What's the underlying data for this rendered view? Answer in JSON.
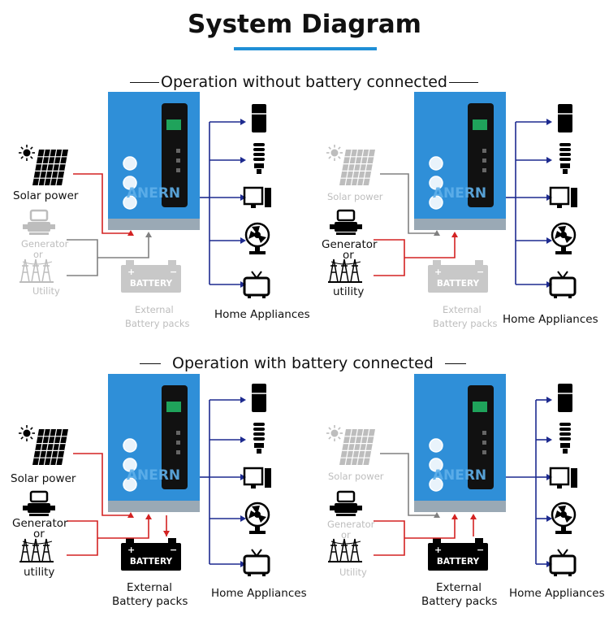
{
  "title": "System Diagram",
  "section_without": "Operation without battery connected",
  "section_with": "Operation with battery connected",
  "labels": {
    "solar_power": "Solar power",
    "generator": "Generator",
    "or": "or",
    "utility_cap": "Utility",
    "utility": "utility",
    "external": "External",
    "battery_packs": "Battery packs",
    "home_appliances": "Home Appliances",
    "battery": "BATTERY"
  },
  "inverter": {
    "brand_watermark": "ANERN"
  },
  "colors": {
    "title_underline": "#1f8fd6",
    "inverter_blue": "#2f8fd8",
    "inverter_panel": "#111111",
    "active_line": "#d32222",
    "output_line": "#1d2a8f",
    "inactive_line": "#808080",
    "inactive_icon": "#bdbdbd"
  },
  "quadrants": [
    {
      "mode": "without battery",
      "solar_active": true,
      "grid_active": false,
      "battery_connected": false
    },
    {
      "mode": "without battery",
      "solar_active": false,
      "grid_active": true,
      "battery_connected": false
    },
    {
      "mode": "with battery",
      "solar_active": true,
      "grid_active": true,
      "battery_connected": true
    },
    {
      "mode": "with battery",
      "solar_active": false,
      "grid_active": true,
      "battery_connected": true
    }
  ],
  "appliances": [
    "refrigerator-icon",
    "cfl-bulb-icon",
    "computer-icon",
    "fan-icon",
    "tv-icon"
  ]
}
